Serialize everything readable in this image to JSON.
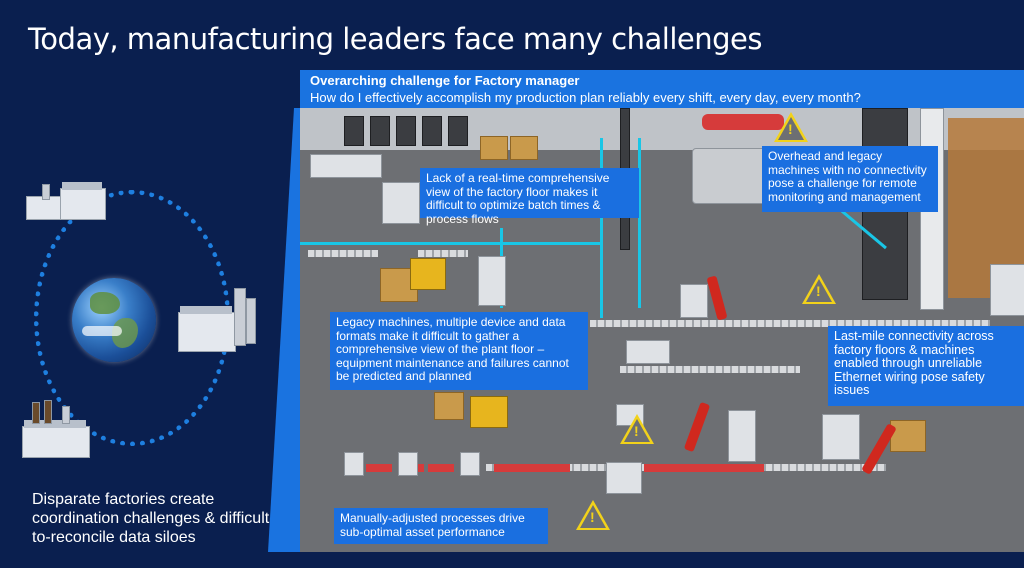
{
  "title": "Today, manufacturing leaders face many challenges",
  "left_caption": "Disparate factories create coordination challenges & difficult-to-reconcile data siloes",
  "header": {
    "title": "Overarching challenge for Factory manager",
    "subtitle": "How do I effectively accomplish my production plan reliably every shift, every day, every month?"
  },
  "callouts": [
    "Lack of a real-time comprehensive view of the factory floor makes it difficult to optimize batch times & process flows",
    "Overhead and legacy machines with no connectivity pose a challenge for remote monitoring and  management",
    "Legacy machines, multiple device and data formats make it difficult to gather a comprehensive view of the plant floor – equipment maintenance and failures  cannot be predicted and planned",
    "Last-mile connectivity across factory floors & machines enabled through unreliable Ethernet wiring pose safety issues",
    "Manually-adjusted processes drive sub-optimal asset performance"
  ],
  "colors": {
    "background": "#0a1f4f",
    "callout": "#1a6fe0",
    "accent_line": "#19c6e6",
    "warning": "#f2d21a"
  },
  "icons": [
    "globe-icon",
    "factory-icon",
    "warning-icon",
    "robot-arm-icon",
    "forklift-icon"
  ]
}
